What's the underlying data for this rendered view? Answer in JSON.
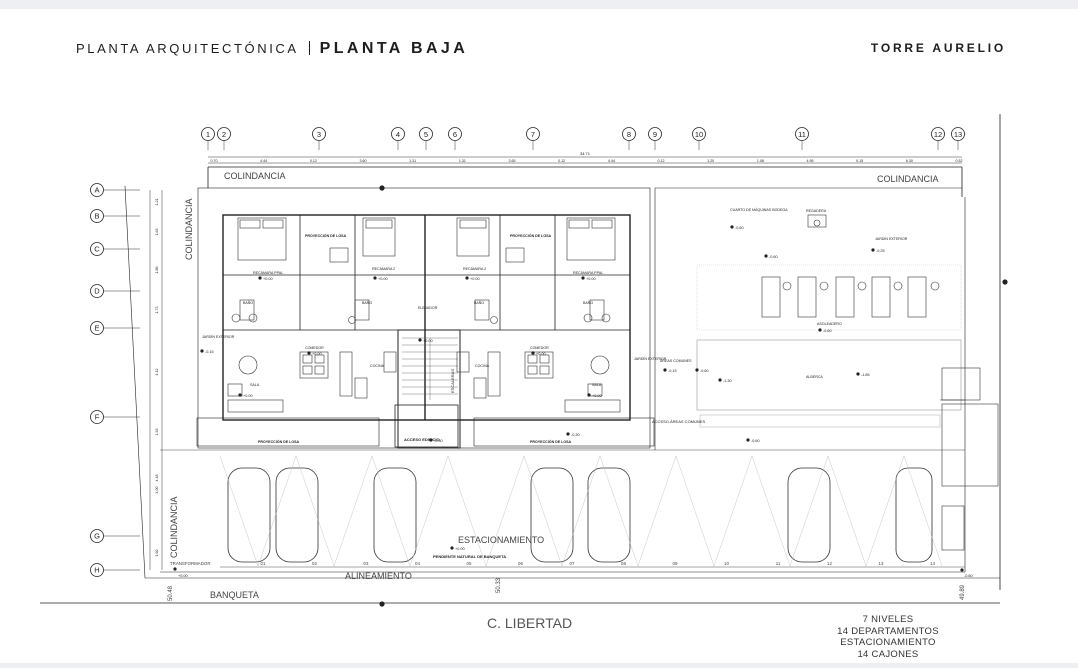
{
  "header": {
    "section": "PLANTA ARQUITECTÓNICA",
    "level": "PLANTA BAJA",
    "project": "TORRE AURELIO"
  },
  "grid": {
    "columns": [
      "1",
      "2",
      "3",
      "4",
      "5",
      "6",
      "7",
      "8",
      "9",
      "10",
      "11",
      "12",
      "13"
    ],
    "rows": [
      "A",
      "B",
      "C",
      "D",
      "E",
      "F",
      "G",
      "H"
    ]
  },
  "overall_dimension": "34.71",
  "top_dimensions": [
    "0.70",
    "4.44",
    "0.12",
    "3.60",
    "1.31",
    "1.31",
    "3.65",
    "0.12",
    "4.44",
    "0.12",
    "1.20",
    "1.08",
    "4.95",
    "0.15",
    "6.30",
    "0.52"
  ],
  "left_dimensions": [
    "1.21",
    "1.63",
    "1.86",
    "1.73",
    "4.12",
    "1.33",
    "4.48",
    "4.00",
    "1.60"
  ],
  "labels": {
    "colindancia_top": "COLINDANCIA",
    "colindancia_top_right": "COLINDANCIA",
    "colindancia_left": "COLINDANCIA",
    "colindancia_left_bottom": "COLINDANCIA",
    "estacionamiento": "ESTACIONAMIENTO",
    "pendiente": "PENDIENTE NATURAL DE BANQUETA",
    "alineamiento": "ALINEAMIENTO",
    "banqueta": "BANQUETA",
    "street": "C. LIBERTAD",
    "transformador": "TRANSFORMADOR",
    "escaleras": "ESCALERAS",
    "elevador": "ELEVADOR",
    "acceso_edificio": "ACCESO EDIFICIO",
    "acceso_areas": "ACCESO ÁREAS COMUNES",
    "areas_comunes": "ÁREAS COMUNES",
    "cuarto_maquinas": "CUARTO DE MÁQUINAS BODEGA",
    "regadera": "REGADERA",
    "asoleadero": "ASOLEADERO",
    "alberca": "ALBERCA",
    "jardin_exterior": "JARDÍN EXTERIOR",
    "proyeccion_losa": "PROYECCIÓN DE LOSA",
    "recamara_ppal": "RECÁMARA PPAL",
    "recamara_2": "RECÁMARA 2",
    "bano": "BAÑO",
    "cocina": "COCINA",
    "comedor": "COMEDOR",
    "sala": "SALA",
    "npt": "N.P.T."
  },
  "levels": {
    "lv_000": "+0.00",
    "lv_n015": "-0.15",
    "lv_n030": "-0.30",
    "lv_n060": "-0.60",
    "lv_n130": "-1.30",
    "lv_n185": "-1.85",
    "lv_p015": "+0.15",
    "lv_n025": "-0.25"
  },
  "street_dims": {
    "left": "50.48",
    "center": "50.33",
    "right": "49.89"
  },
  "parking_numbers": [
    "01",
    "02",
    "03",
    "04",
    "05",
    "06",
    "07",
    "08",
    "09",
    "10",
    "11",
    "12",
    "13",
    "14"
  ],
  "summary": {
    "line1": "7 NIVELES",
    "line2": "14 DEPARTAMENTOS",
    "line3": "ESTACIONAMIENTO",
    "line4": "14 CAJONES"
  }
}
